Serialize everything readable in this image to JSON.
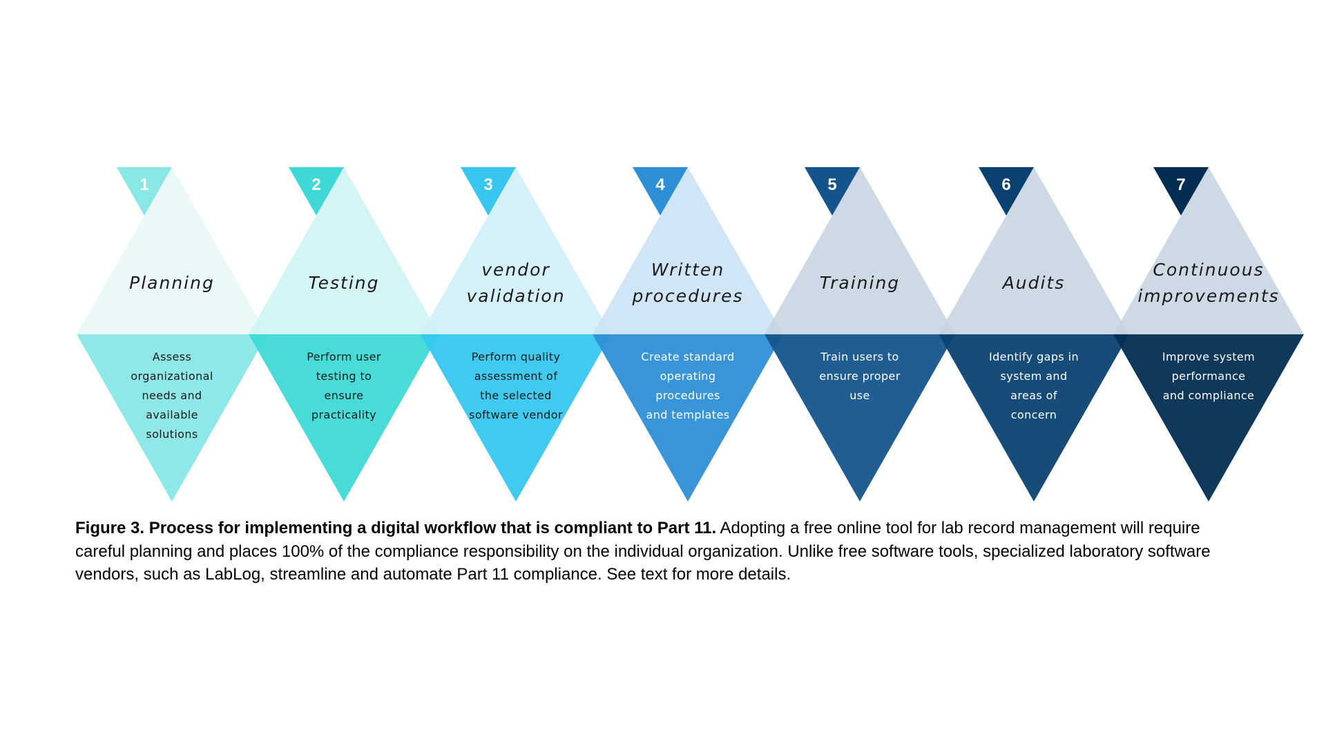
{
  "steps": [
    {
      "number": "1",
      "title": [
        "Planning"
      ],
      "description": [
        "Assess",
        "organizational",
        "needs and",
        "available",
        "solutions"
      ],
      "colors": {
        "upper": "#e6f8f7",
        "lower": "#89e7e6",
        "marker": "#89e7e6",
        "desc_text": "#1a1a1a"
      }
    },
    {
      "number": "2",
      "title": [
        "Testing"
      ],
      "description": [
        "Perform user",
        "testing  to",
        "ensure",
        "practicality"
      ],
      "colors": {
        "upper": "#ccf3f3",
        "lower": "#3ed9d6",
        "marker": "#3ed9d6",
        "desc_text": "#1a1a1a"
      }
    },
    {
      "number": "3",
      "title": [
        "vendor",
        "validation"
      ],
      "description": [
        "Perform quality",
        "assessment of",
        "the selected",
        "software vendor"
      ],
      "colors": {
        "upper": "#cdeef9",
        "lower": "#37c7ee",
        "marker": "#37c7ee",
        "desc_text": "#1a1a1a"
      }
    },
    {
      "number": "4",
      "title": [
        "Written",
        "procedures"
      ],
      "description": [
        "Create standard",
        "operating",
        "procedures",
        "and templates"
      ],
      "colors": {
        "upper": "#c8e0f3",
        "lower": "#2f8fd6",
        "marker": "#2f8fd6",
        "desc_text": "#ffffff"
      }
    },
    {
      "number": "5",
      "title": [
        "Training"
      ],
      "description": [
        "Train users to",
        "ensure proper",
        "use"
      ],
      "colors": {
        "upper": "#c4d4e1",
        "lower": "#14548c",
        "marker": "#14548c",
        "desc_text": "#ffffff"
      }
    },
    {
      "number": "6",
      "title": [
        "Audits"
      ],
      "description": [
        "Identify gaps in",
        "system and",
        "areas of",
        "concern"
      ],
      "colors": {
        "upper": "#c4d4e1",
        "lower": "#0b4171",
        "marker": "#0b4171",
        "desc_text": "#ffffff"
      }
    },
    {
      "number": "7",
      "title": [
        "Continuous",
        "improvements"
      ],
      "description": [
        "Improve system",
        "performance",
        "and compliance"
      ],
      "colors": {
        "upper": "#c4d4e1",
        "lower": "#032d52",
        "marker": "#032d52",
        "desc_text": "#ffffff"
      }
    }
  ],
  "caption": {
    "bold": "Figure 3. Process for implementing a digital workflow that is compliant to Part 11.",
    "text": " Adopting a free online tool for lab record management will require careful planning and places 100% of the compliance responsibility on the individual organization. Unlike free software tools, specialized laboratory software vendors, such as LabLog, streamline and automate Part 11 compliance. See text for more details."
  }
}
